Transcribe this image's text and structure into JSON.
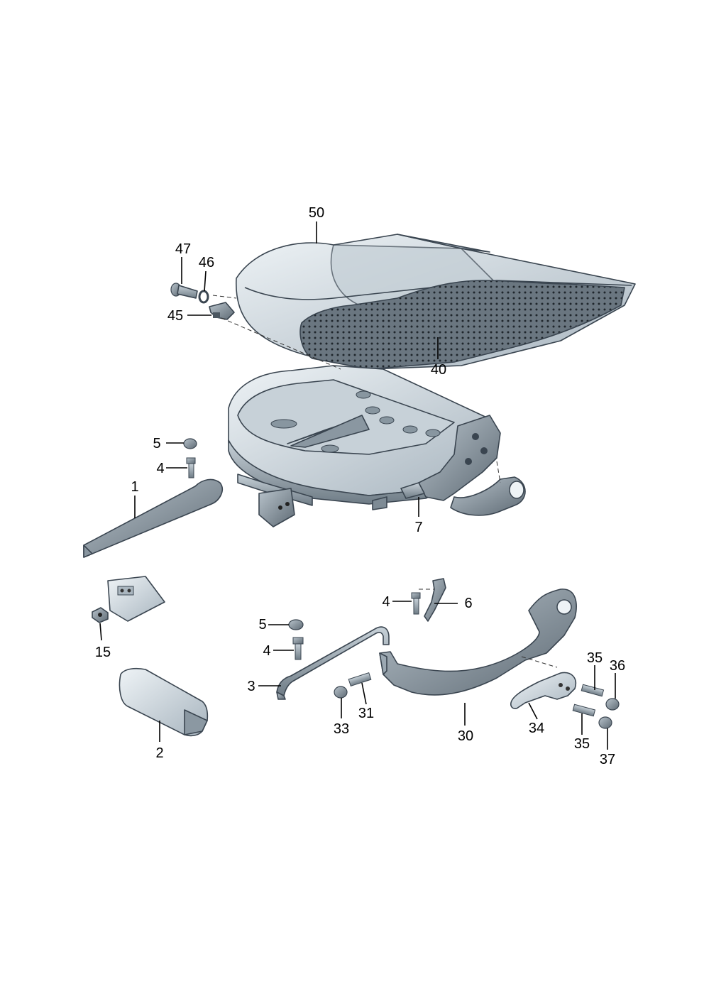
{
  "diagram": {
    "callouts": {
      "c50": "50",
      "c47": "47",
      "c46": "46",
      "c45": "45",
      "c40": "40",
      "c5a": "5",
      "c4a": "4",
      "c1": "1",
      "c7": "7",
      "c4b": "4",
      "c6": "6",
      "c15": "15",
      "c5b": "5",
      "c4c": "4",
      "c3": "3",
      "c35a": "35",
      "c36": "36",
      "c31": "31",
      "c33": "33",
      "c30": "30",
      "c34": "34",
      "c35b": "35",
      "c37": "37",
      "c2": "2"
    },
    "colors": {
      "part_light": "#dbe3e8",
      "part_mid": "#a9b6bf",
      "part_dark": "#6f7c86",
      "outline": "#3a4550",
      "perforated": "#5c6770"
    }
  }
}
